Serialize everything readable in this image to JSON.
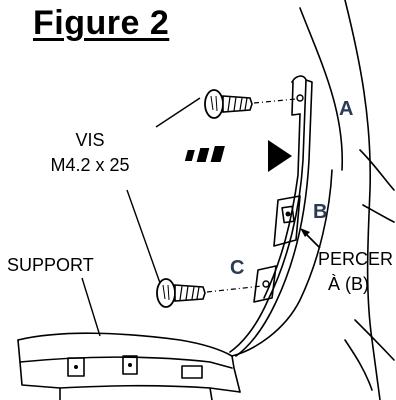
{
  "figure": {
    "title": "Figure 2"
  },
  "labels": {
    "screw_line1": "VIS",
    "screw_line2": "M4.2 x 25",
    "support": "SUPPORT",
    "drill_line1": "PERCER",
    "drill_line2": "À (B)"
  },
  "callouts": {
    "a": "A",
    "b": "B",
    "c": "C"
  },
  "colors": {
    "ink": "#000000",
    "letter": "#2b3a55",
    "background": "#ffffff"
  },
  "icons": [
    "screw-icon",
    "arrow-icon",
    "drill-point-icon"
  ]
}
